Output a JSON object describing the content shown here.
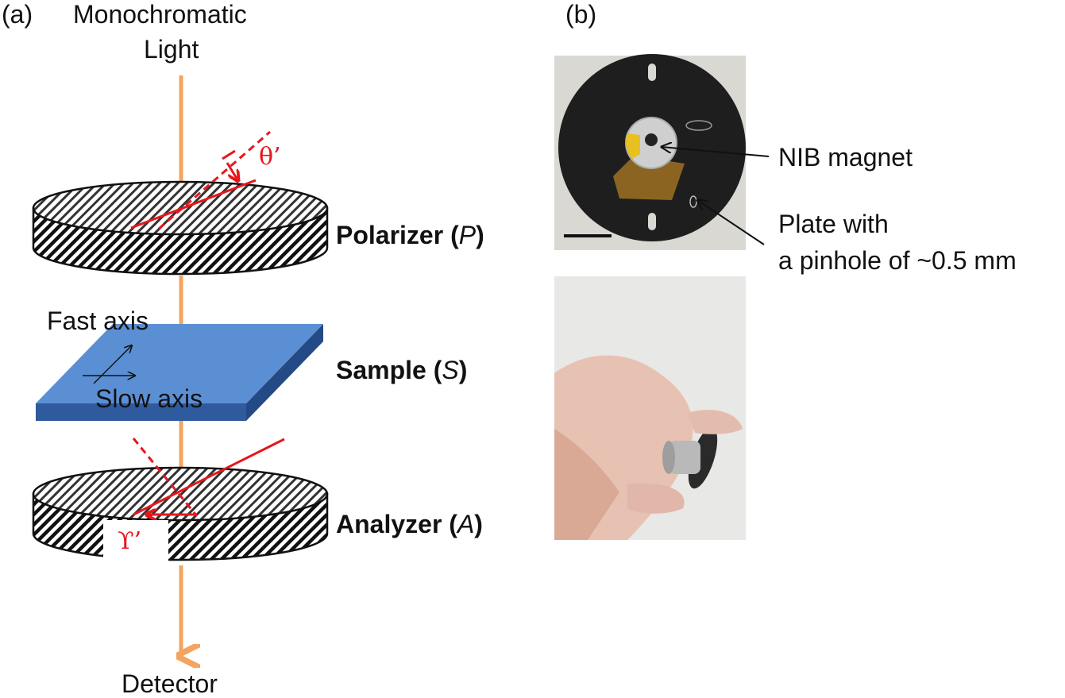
{
  "panel_a": {
    "label": "(a)",
    "source": {
      "line1": "Monochromatic",
      "line2": "Light"
    },
    "polarizer": {
      "name": "Polarizer",
      "symbol": "P"
    },
    "sample": {
      "name": "Sample",
      "symbol": "S",
      "fast_axis": "Fast axis",
      "slow_axis": "Slow axis"
    },
    "analyzer": {
      "name": "Analyzer",
      "symbol": "A"
    },
    "detector": "Detector",
    "theta_label": "θ’",
    "upsilon_label": "ϒ’"
  },
  "panel_b": {
    "label": "(b)",
    "magnet_label": "NIB magnet",
    "plate_label": {
      "line1": "Plate with",
      "line2": "a pinhole of ~0.5 mm"
    }
  },
  "colors": {
    "beam": "#f4a460",
    "angle": "#e8161b",
    "sample_top": "#5b8fd4",
    "sample_side": "#2f5a9e"
  }
}
